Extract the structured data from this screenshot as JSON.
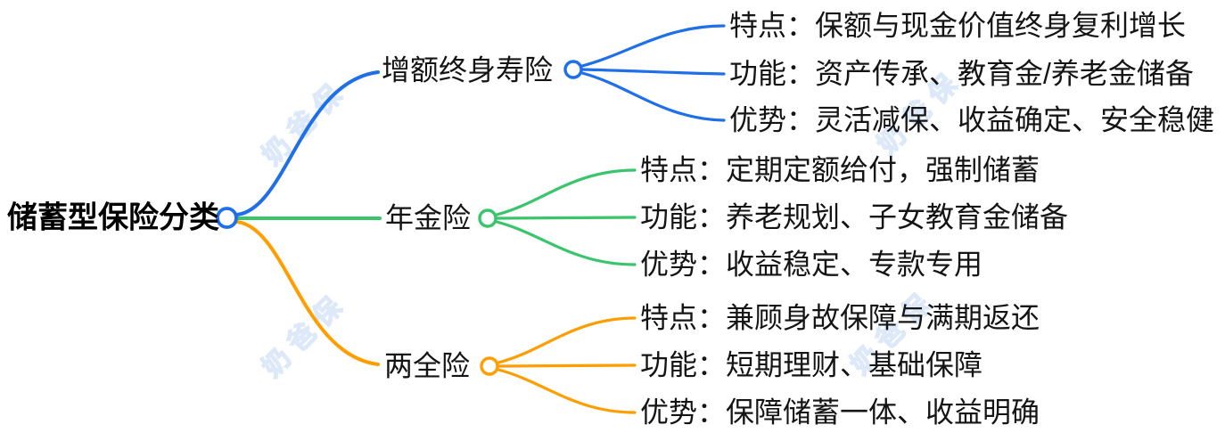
{
  "root": {
    "label": "储蓄型保险分类"
  },
  "watermark": {
    "text": "奶爸保"
  },
  "colors": {
    "branch_blue": "#1e6fe8",
    "branch_green": "#3ac56c",
    "branch_orange": "#ff9e00",
    "text": "#141414",
    "watermark_outline": "#dde9f8",
    "background": "#ffffff"
  },
  "branches": [
    {
      "label": "增额终身寿险",
      "color": "#1e6fe8",
      "leaves": [
        "特点：保额与现金价值终身复利增长",
        "功能：资产传承、教育金/养老金储备",
        "优势：灵活减保、收益确定、安全稳健"
      ]
    },
    {
      "label": "年金险",
      "color": "#3ac56c",
      "leaves": [
        "特点：定期定额给付，强制储蓄",
        "功能：养老规划、子女教育金储备",
        "优势：收益稳定、专款专用"
      ]
    },
    {
      "label": "两全险",
      "color": "#ff9e00",
      "leaves": [
        "特点：兼顾身故保障与满期返还",
        "功能：短期理财、基础保障",
        "优势：保障储蓄一体、收益明确"
      ]
    }
  ]
}
